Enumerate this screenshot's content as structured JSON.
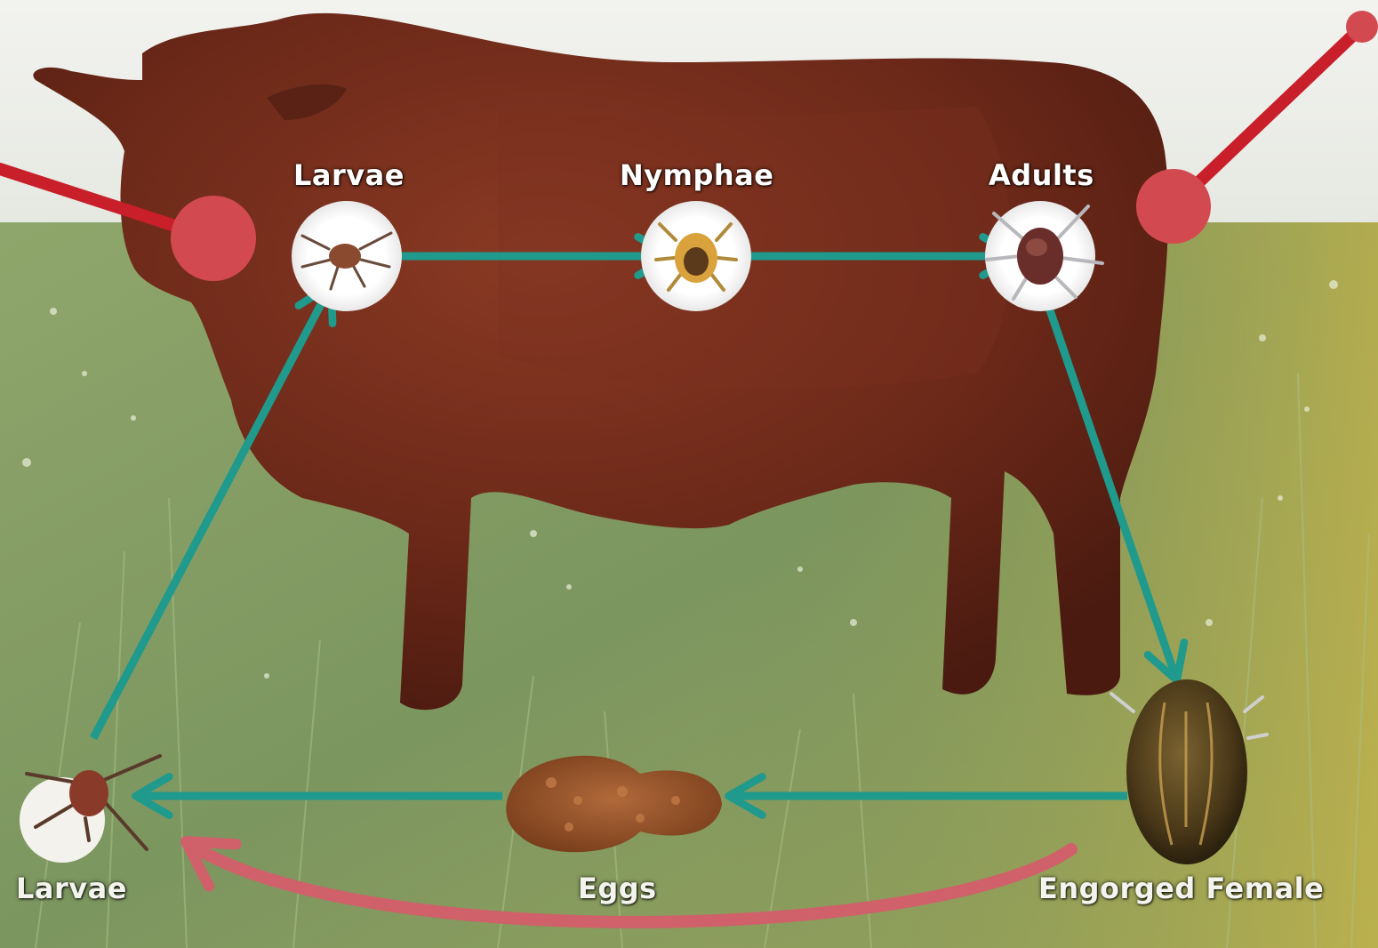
{
  "diagram": {
    "host_stages": [
      {
        "id": "larvae-host",
        "label": "Larvae"
      },
      {
        "id": "nymphae-host",
        "label": "Nymphae"
      },
      {
        "id": "adults-host",
        "label": "Adults"
      }
    ],
    "ground_stages": [
      {
        "id": "larvae-ground",
        "label": "Larvae"
      },
      {
        "id": "eggs",
        "label": "Eggs"
      },
      {
        "id": "engorged-female",
        "label": "Engorged Female"
      }
    ],
    "colors": {
      "arrow": "#1f9a8c",
      "return_arc": "#d0606a",
      "pointer_line": "#c81f2a",
      "pointer_dot": "#d24a50",
      "sky": "#eef0ec",
      "grass": "#7f9a5e",
      "cattle": "#6e2a1a"
    },
    "icons": [
      "cow-image",
      "tick-larva-icon",
      "tick-nymph-icon",
      "tick-adult-icon",
      "engorged-tick-icon",
      "egg-mass-icon"
    ]
  }
}
